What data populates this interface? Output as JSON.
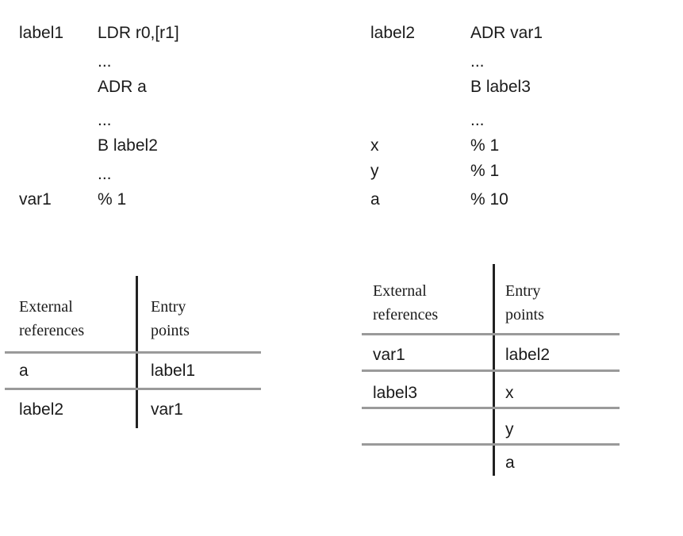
{
  "left_code": {
    "rows": [
      {
        "label": "label1",
        "instr": "LDR r0,[r1]"
      },
      {
        "label": "",
        "instr": "..."
      },
      {
        "label": "",
        "instr": "ADR a"
      },
      {
        "label": "",
        "instr": "..."
      },
      {
        "label": "",
        "instr": "B label2"
      },
      {
        "label": "",
        "instr": "..."
      },
      {
        "label": "var1",
        "instr": "% 1"
      }
    ]
  },
  "right_code": {
    "rows": [
      {
        "label": "label2",
        "instr": "ADR var1"
      },
      {
        "label": "",
        "instr": "..."
      },
      {
        "label": "",
        "instr": "B label3"
      },
      {
        "label": "",
        "instr": "..."
      },
      {
        "label": "x",
        "instr": "% 1"
      },
      {
        "label": "y",
        "instr": "% 1"
      },
      {
        "label": "a",
        "instr": "% 10"
      }
    ]
  },
  "left_table": {
    "headers": [
      "External\nreferences",
      "Entry\npoints"
    ],
    "rows": [
      [
        "a",
        "label1"
      ],
      [
        "label2",
        "var1"
      ]
    ]
  },
  "right_table": {
    "headers": [
      "External\nreferences",
      "Entry\npoints"
    ],
    "rows": [
      [
        "var1",
        "label2"
      ],
      [
        "label3",
        "x"
      ],
      [
        "",
        "y"
      ],
      [
        "",
        "a"
      ]
    ]
  }
}
